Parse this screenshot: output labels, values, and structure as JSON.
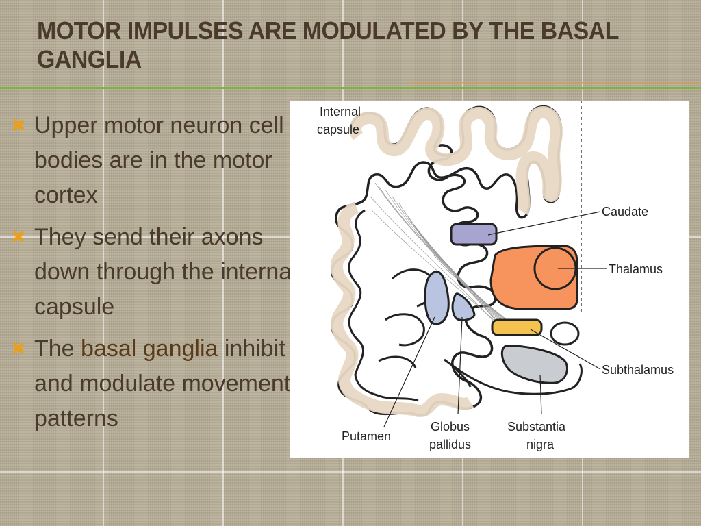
{
  "slide": {
    "title": "Motor impulses are modulated by the basal ganglia"
  },
  "bullets": [
    {
      "text": "Upper motor neuron cell bodies are in the motor cortex"
    },
    {
      "text_before": "They send their axons down through the internal capsule"
    },
    {
      "text_before": "The ",
      "highlight": "basal ganglia",
      "text_after": " inhibit and modulate movement patterns"
    }
  ],
  "figure": {
    "labels": {
      "internal_capsule_line1": "Internal",
      "internal_capsule_line2": "capsule",
      "caudate": "Caudate",
      "thalamus": "Thalamus",
      "subthalamus": "Subthalamus",
      "putamen": "Putamen",
      "globus_line1": "Globus",
      "globus_line2": "pallidus",
      "substantia_line1": "Substantia",
      "substantia_line2": "nigra"
    },
    "colors": {
      "cortex": "#e8d8c4",
      "caudate": "#a8a4d0",
      "thalamus": "#f7945e",
      "subthalamus": "#f4c24e",
      "substantia_nigra": "#c9ccd0",
      "putamen": "#b9c4e0",
      "globus_pallidus": "#b9c4e0"
    }
  },
  "theme": {
    "bullet_marker_color": "#e8a020",
    "text_color": "#4a3a2c",
    "green_rule": "#7cb342",
    "orange_rule": "#e59a3b"
  }
}
